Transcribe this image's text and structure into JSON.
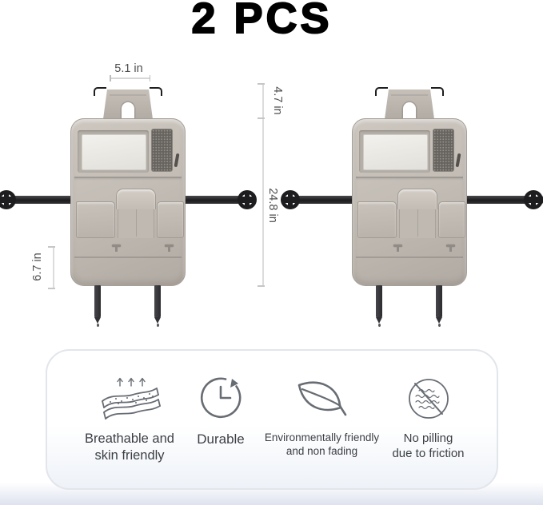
{
  "title": "2 PCS",
  "measurements": {
    "hook_width": "5.1 in",
    "upper_height": "4.7 in",
    "total_height": "24.8 in",
    "lower_height": "6.7 in"
  },
  "features": [
    {
      "icon": "breathable-fabric-icon",
      "line1": "Breathable and",
      "line2": "skin friendly"
    },
    {
      "icon": "durable-clock-icon",
      "line1": "Durable",
      "line2": ""
    },
    {
      "icon": "eco-leaf-icon",
      "line1": "Environmentally friendly",
      "line2": "and non fading"
    },
    {
      "icon": "no-pilling-icon",
      "line1": "No pilling",
      "line2": "due to friction"
    }
  ],
  "colors": {
    "fabric": "#c3bdb6",
    "fabric_dark": "#a79f98",
    "bar": "#232325",
    "strap": "#3a3a3e",
    "icon_stroke": "#686d74",
    "text": "#3b3f44",
    "measure_text": "#4f4f4f",
    "measure_line": "#d6d6d6",
    "panel_border": "#e2e5ea"
  }
}
